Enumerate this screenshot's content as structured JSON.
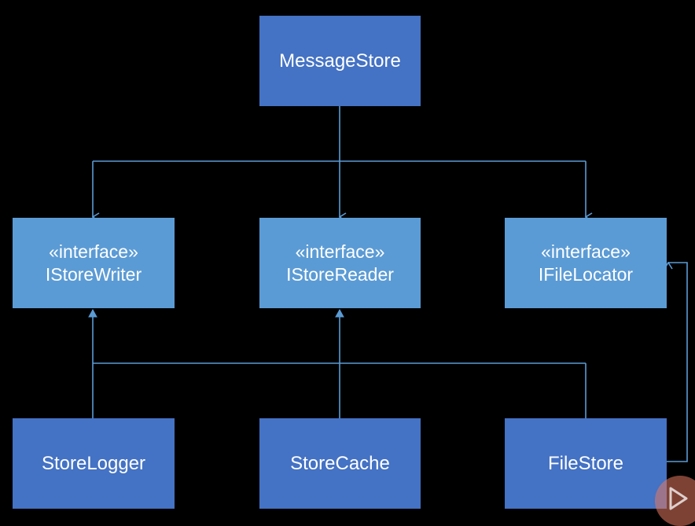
{
  "diagram": {
    "colors": {
      "background": "#000000",
      "class_fill": "#4472c4",
      "interface_fill": "#5b9bd5",
      "connector": "#5b9bd5",
      "text": "#ffffff",
      "play_button": "#e6785f"
    },
    "nodes": {
      "messagestore": {
        "label": "MessageStore",
        "kind": "class"
      },
      "istorewriter": {
        "stereotype": "«interface»",
        "label": "IStoreWriter",
        "kind": "interface"
      },
      "istorereader": {
        "stereotype": "«interface»",
        "label": "IStoreReader",
        "kind": "interface"
      },
      "ifilelocator": {
        "stereotype": "«interface»",
        "label": "IFileLocator",
        "kind": "interface"
      },
      "storelogger": {
        "label": "StoreLogger",
        "kind": "class"
      },
      "storecache": {
        "label": "StoreCache",
        "kind": "class"
      },
      "filestore": {
        "label": "FileStore",
        "kind": "class"
      }
    },
    "edges": [
      {
        "from": "messagestore",
        "to": "istorewriter",
        "type": "dependency"
      },
      {
        "from": "messagestore",
        "to": "istorereader",
        "type": "dependency"
      },
      {
        "from": "messagestore",
        "to": "ifilelocator",
        "type": "dependency"
      },
      {
        "from": "storelogger",
        "to": "istorewriter",
        "type": "implements"
      },
      {
        "from": "storecache",
        "to": "istorereader",
        "type": "implements"
      },
      {
        "from": "filestore",
        "to": "istorewriter",
        "type": "implements"
      },
      {
        "from": "filestore",
        "to": "ifilelocator",
        "type": "implements"
      }
    ],
    "overlay": {
      "icon": "play-icon"
    }
  }
}
